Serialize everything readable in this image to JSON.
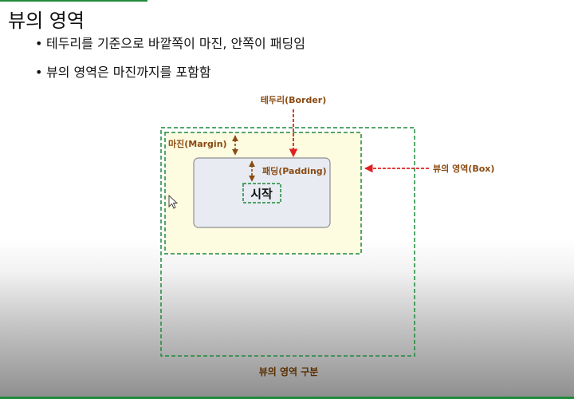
{
  "slide": {
    "title": "뷰의 영역",
    "bullets": [
      "테두리를 기준으로 바깥쪽이 마진, 안쪽이 패딩임",
      "뷰의 영역은 마진까지를 포함함"
    ]
  },
  "diagram": {
    "border_label": "테두리(Border)",
    "margin_label": "마진(Margin)",
    "padding_label": "패딩(Padding)",
    "content_label": "시작",
    "box_label": "뷰의 영역(Box)",
    "caption": "뷰의 영역 구분"
  },
  "colors": {
    "dashed_green": "#1f8a3a",
    "margin_fill": "#fdfbe0",
    "padding_fill": "#e8ebf2",
    "label_brown": "#8a4b12",
    "arrow_red": "#e02020",
    "arrow_brown": "#8a4b12"
  }
}
